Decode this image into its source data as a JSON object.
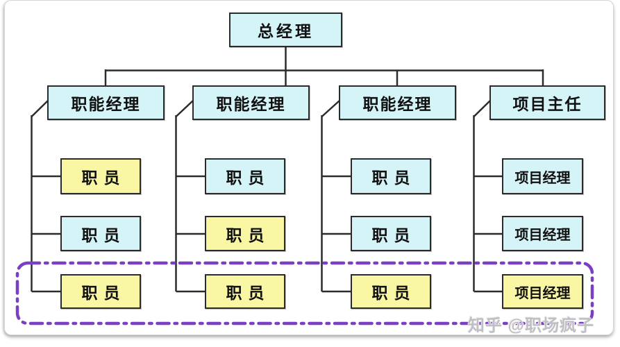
{
  "chart": {
    "type": "org-hierarchy-diagram",
    "root": {
      "label": "总经理"
    },
    "level2": [
      {
        "label": "职能经理"
      },
      {
        "label": "职能经理"
      },
      {
        "label": "职能经理"
      },
      {
        "label": "项目主任"
      }
    ],
    "columns": [
      {
        "parent_index": 0,
        "cells": [
          {
            "label": "职员",
            "highlight": true
          },
          {
            "label": "职员",
            "highlight": false
          },
          {
            "label": "职员",
            "highlight": true
          }
        ]
      },
      {
        "parent_index": 1,
        "cells": [
          {
            "label": "职员",
            "highlight": false
          },
          {
            "label": "职员",
            "highlight": true
          },
          {
            "label": "职员",
            "highlight": true
          }
        ]
      },
      {
        "parent_index": 2,
        "cells": [
          {
            "label": "职员",
            "highlight": false
          },
          {
            "label": "职员",
            "highlight": false
          },
          {
            "label": "职员",
            "highlight": true
          }
        ]
      },
      {
        "parent_index": 3,
        "cells": [
          {
            "label": "项目经理",
            "highlight": false
          },
          {
            "label": "项目经理",
            "highlight": false
          },
          {
            "label": "项目经理",
            "highlight": true
          }
        ]
      }
    ],
    "colors": {
      "node_fill_cyan": "#d5f4f8",
      "node_fill_yellow": "#f9f7a4",
      "node_border": "#2b2b2b",
      "connector": "#2b2b2b",
      "team_boundary_purple": "#7b3fc4"
    },
    "team_boundary": {
      "style": "dash-dot-rounded-rect"
    }
  },
  "page": {
    "watermark": "知乎 @职场疯子"
  }
}
